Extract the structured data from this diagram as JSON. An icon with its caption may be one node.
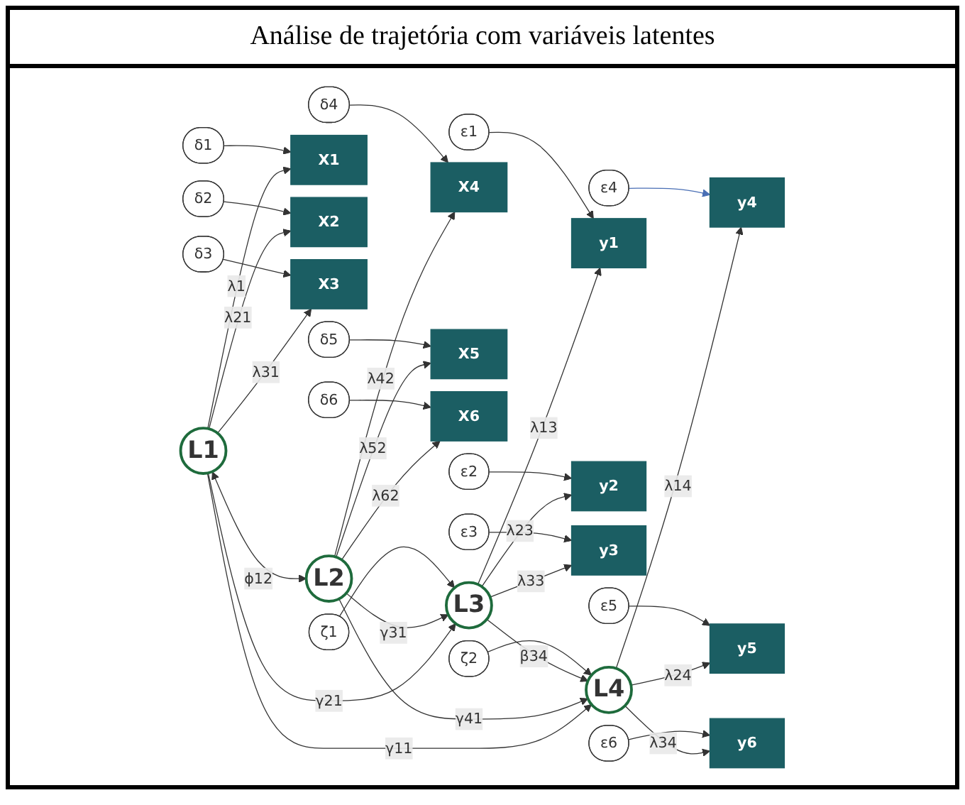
{
  "diagram": {
    "title": "Análise de trajetória com variáveis latentes",
    "nodes": [
      {
        "text": [
          "L1"
        ]
      },
      {
        "text": [
          "L2"
        ]
      },
      {
        "text": [
          "L3"
        ]
      },
      {
        "text": [
          "L4"
        ]
      },
      {
        "text": [
          "X1"
        ]
      },
      {
        "text": [
          "X2"
        ]
      },
      {
        "text": [
          "X3"
        ]
      },
      {
        "text": [
          "X4"
        ]
      },
      {
        "text": [
          "X5"
        ]
      },
      {
        "text": [
          "X6"
        ]
      },
      {
        "text": [
          "y1"
        ]
      },
      {
        "text": [
          "y2"
        ]
      },
      {
        "text": [
          "y3"
        ]
      },
      {
        "text": [
          "y4"
        ]
      },
      {
        "text": [
          "y5"
        ]
      },
      {
        "text": [
          "y6"
        ]
      },
      {
        "text": [
          "δ1"
        ]
      },
      {
        "text": [
          "δ2"
        ]
      },
      {
        "text": [
          "δ3"
        ]
      },
      {
        "text": [
          "δ4"
        ]
      },
      {
        "text": [
          "δ5"
        ]
      },
      {
        "text": [
          "δ6"
        ]
      },
      {
        "text": [
          "ε1"
        ]
      },
      {
        "text": [
          "ε2"
        ]
      },
      {
        "text": [
          "ε3"
        ]
      },
      {
        "text": [
          "ε4"
        ]
      },
      {
        "text": [
          "ε5"
        ]
      },
      {
        "text": [
          "ε6"
        ]
      },
      {
        "text": [
          "ζ1"
        ]
      },
      {
        "text": [
          "ζ2"
        ]
      }
    ],
    "edges": [
      {
        "from": 0,
        "to": 4,
        "arrow": "to",
        "label": "λ1"
      },
      {
        "from": 0,
        "to": 5,
        "arrow": "to",
        "label": "λ21"
      },
      {
        "from": 0,
        "to": 6,
        "arrow": "to",
        "label": "λ31"
      },
      {
        "from": 1,
        "to": 7,
        "arrow": "to",
        "label": "λ42"
      },
      {
        "from": 1,
        "to": 8,
        "arrow": "to",
        "label": "λ52"
      },
      {
        "from": 1,
        "to": 9,
        "arrow": "to",
        "label": "λ62"
      },
      {
        "from": 2,
        "to": 10,
        "arrow": "to",
        "label": "λ13"
      },
      {
        "from": 2,
        "to": 11,
        "arrow": "to",
        "label": "λ23"
      },
      {
        "from": 2,
        "to": 12,
        "arrow": "to",
        "label": "λ33"
      },
      {
        "from": 3,
        "to": 13,
        "arrow": "to",
        "label": "λ14"
      },
      {
        "from": 3,
        "to": 14,
        "arrow": "to",
        "label": "λ24"
      },
      {
        "from": 3,
        "to": 15,
        "arrow": "to",
        "label": "λ34"
      },
      {
        "from": 0,
        "to": 3,
        "arrow": "to",
        "label": "γ11"
      },
      {
        "from": 0,
        "to": 2,
        "arrow": "to",
        "label": "γ21"
      },
      {
        "from": 1,
        "to": 2,
        "arrow": "to",
        "label": "γ31"
      },
      {
        "from": 1,
        "to": 3,
        "arrow": "to",
        "label": "γ41"
      },
      {
        "from": 2,
        "to": 3,
        "arrow": "to",
        "label": "β34"
      },
      {
        "from": 0,
        "to": 1,
        "arrow": "both",
        "label": "ϕ12"
      },
      {
        "from": 16,
        "to": 4,
        "arrow": "to"
      },
      {
        "from": 17,
        "to": 5,
        "arrow": "to"
      },
      {
        "from": 18,
        "to": 6,
        "arrow": "to"
      },
      {
        "from": 19,
        "to": 7,
        "arrow": "to"
      },
      {
        "from": 20,
        "to": 8,
        "arrow": "to"
      },
      {
        "from": 21,
        "to": 9,
        "arrow": "to"
      },
      {
        "from": 22,
        "to": 10,
        "arrow": "to"
      },
      {
        "from": 23,
        "to": 11,
        "arrow": "to"
      },
      {
        "from": 24,
        "to": 12,
        "arrow": "to"
      },
      {
        "from": 25,
        "to": 13,
        "arrow": "to",
        "color": "#4a6fb5"
      },
      {
        "from": 26,
        "to": 14,
        "arrow": "to"
      },
      {
        "from": 27,
        "to": 15,
        "arrow": "to"
      },
      {
        "from": 28,
        "to": 2,
        "arrow": "to"
      },
      {
        "from": 29,
        "to": 3,
        "arrow": "to"
      }
    ]
  }
}
